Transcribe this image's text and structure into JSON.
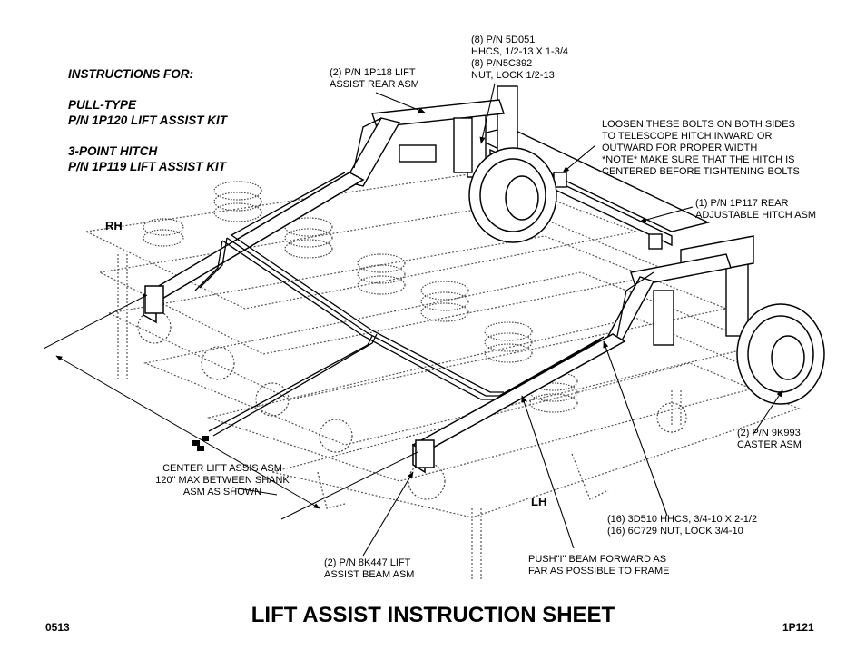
{
  "instructions": {
    "heading": "INSTRUCTIONS FOR:",
    "pull_type_line1": "PULL-TYPE",
    "pull_type_line2": "P/N 1P120 LIFT ASSIST KIT",
    "three_point_line1": "3-POINT HITCH",
    "three_point_line2": "P/N 1P119 LIFT ASSIST KIT"
  },
  "callouts": {
    "hardware_top": [
      "(8) P/N 5D051",
      "HHCS, 1/2-13 X 1-3/4",
      "(8) P/N5C392",
      "NUT, LOCK 1/2-13"
    ],
    "rear_asm": [
      "(2) P/N 1P118 LIFT",
      "ASSIST REAR ASM"
    ],
    "loosen_bolts": [
      "LOOSEN THESE BOLTS ON BOTH SIDES",
      "TO TELESCOPE HITCH INWARD OR",
      "OUTWARD FOR PROPER WIDTH",
      "*NOTE* MAKE SURE THAT THE HITCH IS",
      "CENTERED BEFORE TIGHTENING BOLTS"
    ],
    "rear_hitch": [
      "(1) P/N 1P117 REAR",
      "ADJUSTABLE HITCH ASM"
    ],
    "caster": [
      "(2) P/N 9K993",
      "CASTER ASM"
    ],
    "hardware_bottom": [
      "(16) 3D510 HHCS, 3/4-10 X 2-1/2",
      "(16) 6C729 NUT, LOCK 3/4-10"
    ],
    "push_beam": [
      "PUSH\"I\" BEAM FORWARD AS",
      "FAR AS POSSIBLE TO FRAME"
    ],
    "beam_asm": [
      "(2) P/N 8K447 LIFT",
      "ASSIST BEAM ASM"
    ],
    "center_lift": [
      "CENTER LIFT ASSIS ASM",
      "120\" MAX BETWEEN SHANK",
      "ASM AS SHOWN"
    ]
  },
  "side_labels": {
    "rh": "RH",
    "lh": "LH"
  },
  "title": "LIFT ASSIST INSTRUCTION SHEET",
  "footer": {
    "left_code": "0513",
    "right_code": "1P121"
  }
}
